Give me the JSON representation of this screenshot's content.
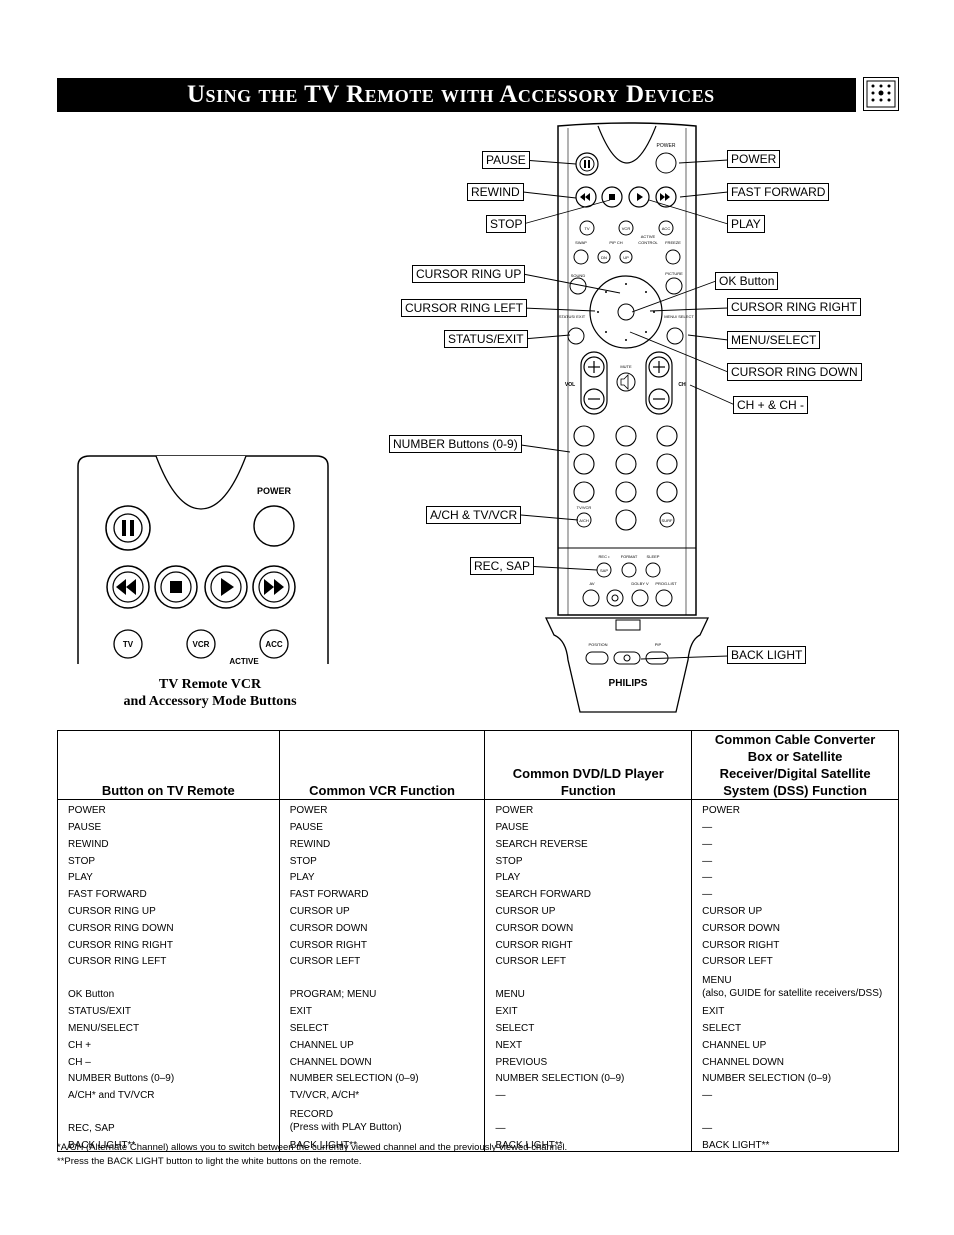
{
  "title": "Using the TV Remote with Accessory Devices",
  "callouts": {
    "pause": "PAUSE",
    "rewind": "REWIND",
    "stop": "STOP",
    "cursor_ring_up": "CURSOR RING UP",
    "cursor_ring_left": "CURSOR RING LEFT",
    "status_exit": "STATUS/EXIT",
    "number_buttons": "NUMBER Buttons (0-9)",
    "ach_tvvcr": "A/CH & TV/VCR",
    "rec_sap": "REC, SAP",
    "power": "POWER",
    "fast_forward": "FAST FORWARD",
    "play": "PLAY",
    "ok_button": "OK Button",
    "cursor_ring_right": "CURSOR RING RIGHT",
    "menu_select": "MENU/SELECT",
    "cursor_ring_down": "CURSOR RING DOWN",
    "ch_plus_minus": "CH + & CH -",
    "back_light": "BACK LIGHT"
  },
  "remote_labels": {
    "power": "POWER",
    "tv": "TV",
    "vcr": "VCR",
    "acc": "ACC",
    "active": "ACTIVE",
    "control": "CONTROL",
    "swap": "SWAP",
    "pip_ch": "PIP CH",
    "freeze": "FREEZE",
    "dn": "DN",
    "up": "UP",
    "sound": "SOUND",
    "picture": "PICTURE",
    "status_exit": "STATUS/ EXIT",
    "menu_select": "MENU/ SELECT",
    "mute": "MUTE",
    "vol": "VOL",
    "ch": "CH",
    "tv_vcr": "TV/VCR",
    "ach": "A/CH",
    "surf": "SURF",
    "rec": "REC •",
    "format": "FORMAT",
    "sleep": "SLEEP",
    "sap": "SAP",
    "av": "AV",
    "dolby_v": "DOLBY V",
    "prog_list": "PROG.LIST",
    "position": "POSITION",
    "pip": "PIP",
    "brand": "PHILIPS"
  },
  "detail_labels": {
    "power": "POWER",
    "tv": "TV",
    "vcr": "VCR",
    "acc": "ACC",
    "active": "ACTIVE"
  },
  "caption": {
    "line1": "TV Remote VCR",
    "line2": "and Accessory Mode Buttons"
  },
  "table": {
    "headers": [
      "Button on TV Remote",
      "Common VCR Function",
      "Common DVD/LD Player Function",
      "Common Cable Converter Box or Satellite Receiver/Digital Satellite System (DSS) Function"
    ],
    "rows": [
      [
        "POWER",
        "POWER",
        "POWER",
        "POWER"
      ],
      [
        "PAUSE",
        "PAUSE",
        "PAUSE",
        "—"
      ],
      [
        "REWIND",
        "REWIND",
        "SEARCH REVERSE",
        "—"
      ],
      [
        "STOP",
        "STOP",
        "STOP",
        "—"
      ],
      [
        "PLAY",
        "PLAY",
        "PLAY",
        "—"
      ],
      [
        "FAST FORWARD",
        "FAST FORWARD",
        "SEARCH FORWARD",
        "—"
      ],
      [
        "CURSOR RING UP",
        "CURSOR UP",
        "CURSOR UP",
        "CURSOR UP"
      ],
      [
        "CURSOR RING DOWN",
        "CURSOR DOWN",
        "CURSOR DOWN",
        "CURSOR DOWN"
      ],
      [
        "CURSOR RING RIGHT",
        "CURSOR RIGHT",
        "CURSOR RIGHT",
        "CURSOR RIGHT"
      ],
      [
        "CURSOR RING LEFT",
        "CURSOR LEFT",
        "CURSOR LEFT",
        "CURSOR LEFT"
      ],
      [
        "OK Button",
        "PROGRAM; MENU",
        "MENU",
        "MENU\n(also, GUIDE for satellite receivers/DSS)"
      ],
      [
        "STATUS/EXIT",
        "EXIT",
        "EXIT",
        "EXIT"
      ],
      [
        "MENU/SELECT",
        "SELECT",
        "SELECT",
        "SELECT"
      ],
      [
        "CH +",
        "CHANNEL UP",
        "NEXT",
        "CHANNEL UP"
      ],
      [
        "CH –",
        "CHANNEL DOWN",
        "PREVIOUS",
        "CHANNEL DOWN"
      ],
      [
        "NUMBER Buttons (0–9)",
        "NUMBER SELECTION (0–9)",
        "NUMBER SELECTION (0–9)",
        "NUMBER SELECTION (0–9)"
      ],
      [
        "A/CH* and TV/VCR",
        "TV/VCR, A/CH*",
        "—",
        "—"
      ],
      [
        "REC, SAP",
        "RECORD\n(Press with PLAY Button)",
        "—",
        "—"
      ],
      [
        "BACK LIGHT**",
        "BACK LIGHT**",
        "BACK LIGHT**",
        "BACK LIGHT**"
      ]
    ]
  },
  "footnotes": [
    "*A/CH (Alternate Channel) allows you to switch between the currently viewed channel and the previously viewed channel.",
    "**Press the BACK LIGHT button to light the white buttons on the remote."
  ]
}
